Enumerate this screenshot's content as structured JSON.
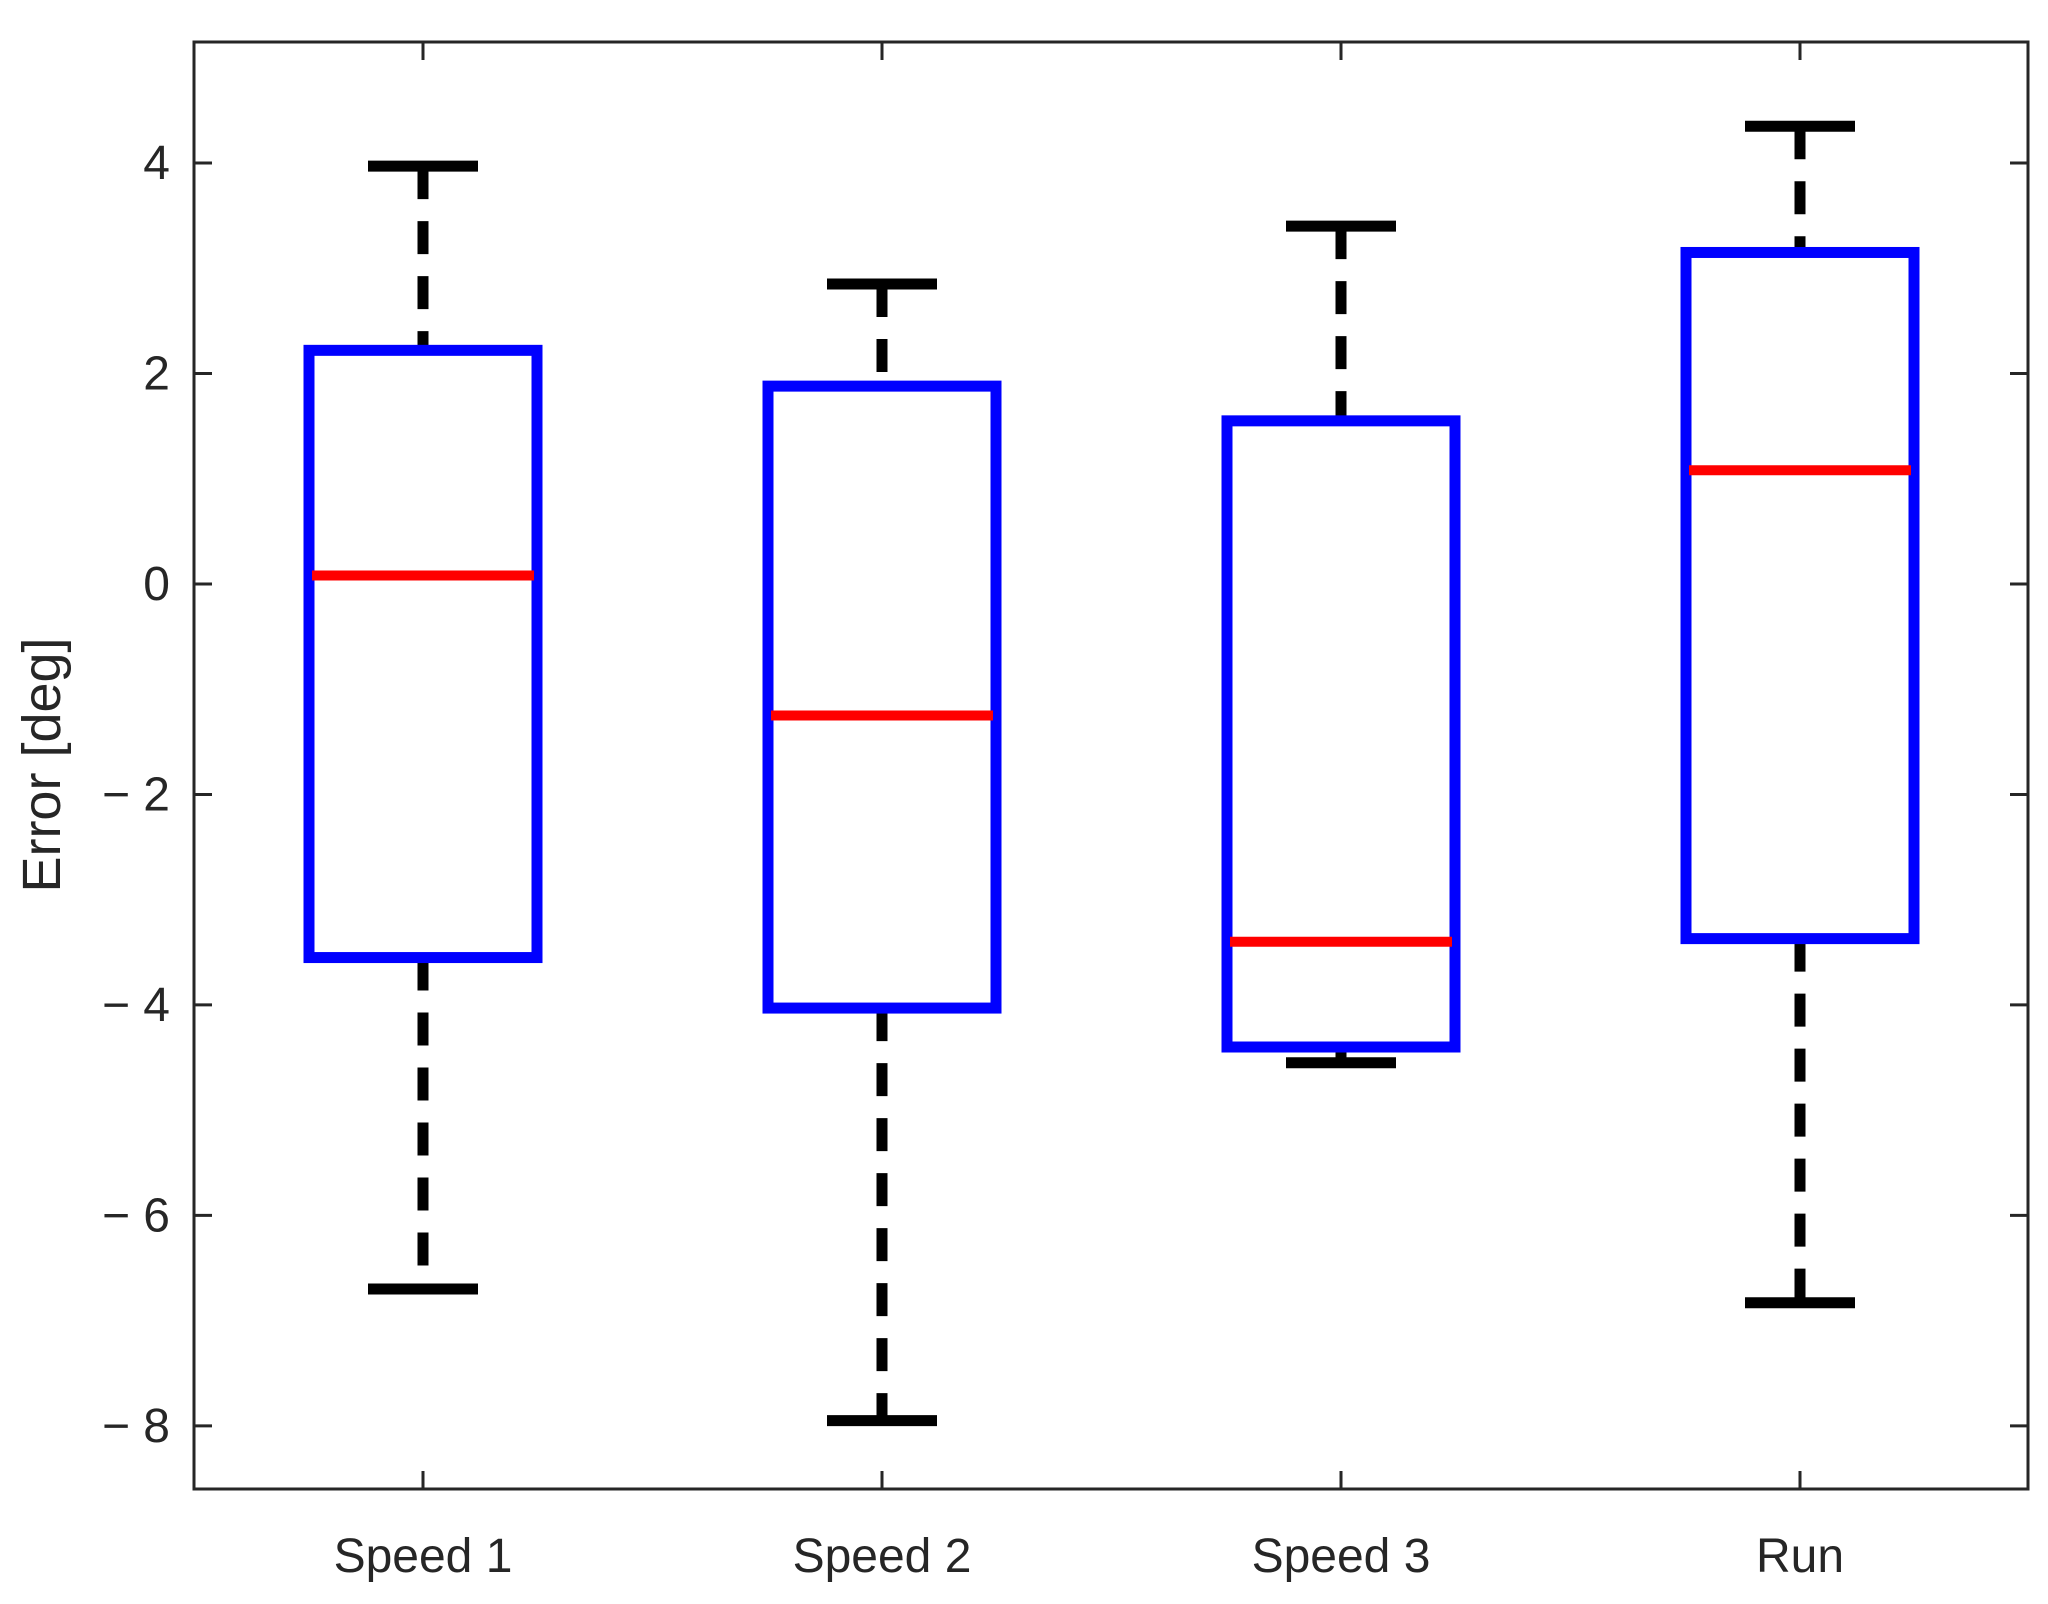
{
  "chart_data": {
    "type": "box",
    "categories": [
      "Speed 1",
      "Speed 2",
      "Speed 3",
      "Run"
    ],
    "boxes": [
      {
        "category": "Speed 1",
        "whisker_low": -6.7,
        "q1": -3.55,
        "median": 0.08,
        "q3": 2.22,
        "whisker_high": 3.97
      },
      {
        "category": "Speed 2",
        "whisker_low": -7.95,
        "q1": -4.03,
        "median": -1.25,
        "q3": 1.88,
        "whisker_high": 2.85
      },
      {
        "category": "Speed 3",
        "whisker_low": -4.55,
        "q1": -4.4,
        "median": -3.4,
        "q3": 1.55,
        "whisker_high": 3.4
      },
      {
        "category": "Run",
        "whisker_low": -6.83,
        "q1": -3.37,
        "median": 1.08,
        "q3": 3.15,
        "whisker_high": 4.35
      }
    ],
    "xlabel": "",
    "ylabel": "Error [deg]",
    "ylim": [
      -8.6,
      5.15
    ],
    "yticks": [
      4,
      2,
      0,
      -2,
      -4,
      -6,
      -8
    ],
    "ytick_labels": [
      "4",
      "2",
      "0",
      "− 2",
      "− 4",
      "− 6",
      "− 8"
    ],
    "grid": false,
    "legend": false,
    "colors": {
      "box": "#0000ff",
      "median": "#ff0000",
      "whisker": "#000000",
      "axes": "#262626"
    }
  }
}
